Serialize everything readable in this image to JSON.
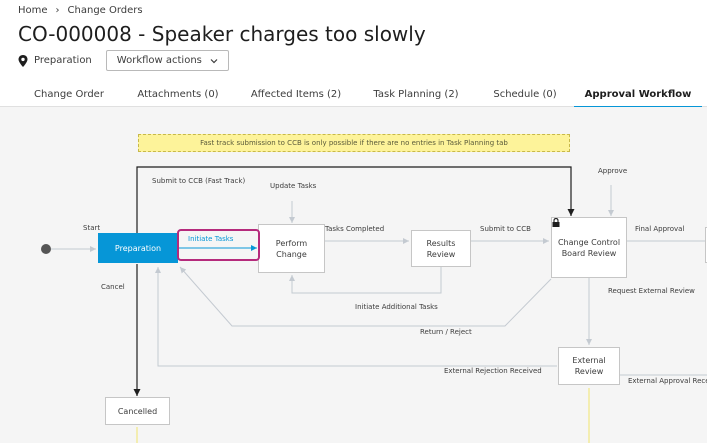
{
  "breadcrumb": {
    "home": "Home",
    "section": "Change Orders"
  },
  "page_title": "CO-000008 - Speaker charges too slowly",
  "status": {
    "label": "Preparation",
    "workflow_button": "Workflow actions"
  },
  "tabs": [
    {
      "label": "Change Order"
    },
    {
      "label": "Attachments (0)"
    },
    {
      "label": "Affected Items (2)"
    },
    {
      "label": "Task Planning (2)"
    },
    {
      "label": "Schedule (0)"
    },
    {
      "label": "Approval Workflow",
      "active": true
    }
  ],
  "workflow": {
    "notice": "Fast track submission to CCB is only possible if there are no entries in Task Planning tab",
    "nodes": {
      "preparation": "Preparation",
      "perform_change": [
        "Perform",
        "Change"
      ],
      "results_review": [
        "Results",
        "Review"
      ],
      "ccb_review": [
        "Change Control",
        "Board Review"
      ],
      "external_review": [
        "External",
        "Review"
      ],
      "cancelled": "Cancelled"
    },
    "transitions": {
      "start": "Start",
      "submit_fast_track": "Submit to CCB (Fast Track)",
      "update_tasks": "Update Tasks",
      "initiate_tasks": "Initiate Tasks",
      "tasks_completed": "Tasks Completed",
      "submit_ccb": "Submit to CCB",
      "approve": "Approve",
      "final_approval": "Final Approval",
      "cancel": "Cancel",
      "initiate_additional": "Initiate Additional Tasks",
      "return_reject": "Return / Reject",
      "request_external": "Request External Review",
      "external_rejection": "External Rejection Received",
      "external_approval": "External Approval Rece"
    },
    "colors": {
      "active": "#0696d7",
      "highlight": "#b52a7c",
      "notice_bg": "#fdf39a",
      "line": "#c4cad1"
    }
  }
}
